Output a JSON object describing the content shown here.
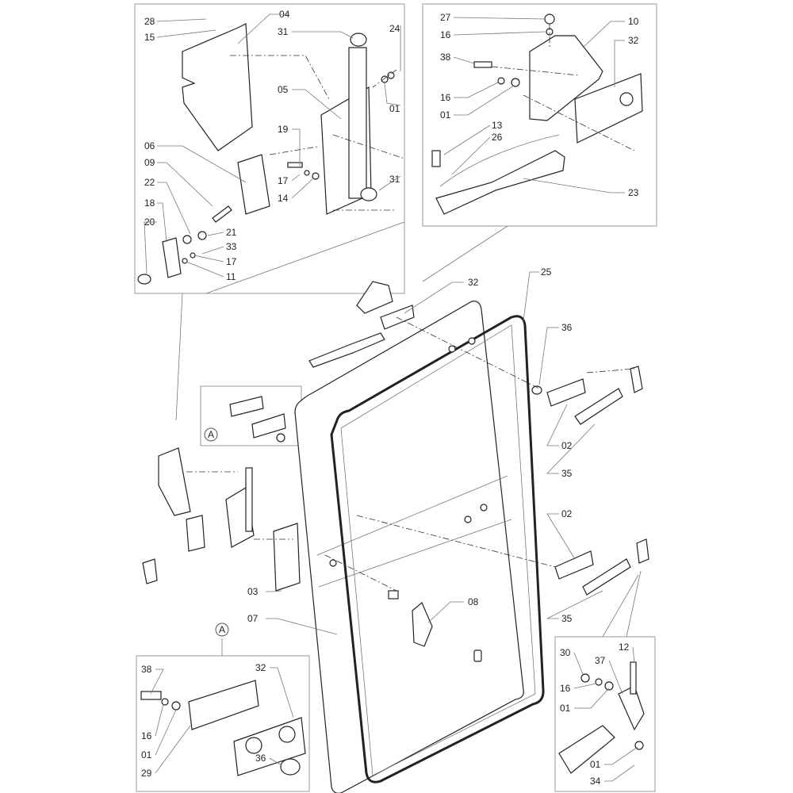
{
  "title": "Door exploded parts diagram",
  "callout_marker": "A",
  "groups": {
    "top_left": [
      "28",
      "04",
      "15",
      "31",
      "24",
      "05",
      "01",
      "19",
      "06",
      "09",
      "31",
      "17",
      "14",
      "22",
      "18",
      "21",
      "20",
      "33",
      "17",
      "11"
    ],
    "top_right": [
      "27",
      "10",
      "16",
      "32",
      "38",
      "16",
      "01",
      "13",
      "26",
      "23"
    ],
    "main": [
      "32",
      "25",
      "36",
      "02",
      "35",
      "02",
      "35",
      "03",
      "08",
      "07"
    ],
    "bottom_left": [
      "38",
      "32",
      "16",
      "01",
      "29",
      "36"
    ],
    "bottom_right": [
      "30",
      "12",
      "37",
      "16",
      "01",
      "01",
      "34"
    ]
  }
}
